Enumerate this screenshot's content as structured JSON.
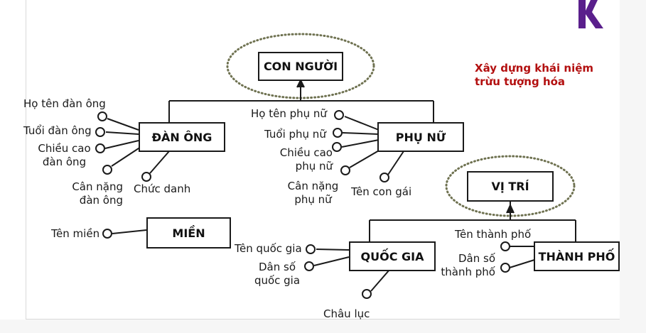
{
  "diagram": {
    "classes": {
      "con_nguoi": "CON NGƯỜI",
      "dan_ong": "ĐÀN ÔNG",
      "phu_nu": "PHỤ NỮ",
      "mien": "MIỀN",
      "vi_tri": "VỊ TRÍ",
      "quoc_gia": "QUỐC GIA",
      "thanh_pho": "THÀNH PHỐ"
    },
    "dan_ong_attributes": {
      "ho_ten": "Họ tên đàn ông",
      "tuoi": "Tuổi đàn ông",
      "chieu_cao_1": "Chiều cao",
      "chieu_cao_2": "đàn ông",
      "can_nang_1": "Cân nặng",
      "can_nang_2": "đàn ông",
      "chuc_danh": "Chức danh"
    },
    "phu_nu_attributes": {
      "ho_ten": "Họ tên phụ nữ",
      "tuoi": "Tuổi phụ nữ",
      "chieu_cao_1": "Chiều cao",
      "chieu_cao_2": "phụ nữ",
      "can_nang_1": "Cân nặng",
      "can_nang_2": "phụ nữ",
      "ten_con_gai": "Tên con gái"
    },
    "mien_attributes": {
      "ten_mien": "Tên miền"
    },
    "quoc_gia_attributes": {
      "ten": "Tên quốc gia",
      "dan_so_1": "Dân số",
      "dan_so_2": "quốc gia",
      "chau_luc": "Châu lục"
    },
    "thanh_pho_attributes": {
      "ten": "Tên thành phố",
      "dan_so_1": "Dân số",
      "dan_so_2": "thành phố"
    },
    "note": {
      "line1": "Xây dựng khái niệm",
      "line2": "trừu tượng hóa"
    }
  },
  "colors": {
    "note": "#b31010",
    "logo": "#5a1f8c",
    "ellipse": "#6f7251",
    "line": "#1a1a1a"
  },
  "icons": {
    "logo": "purple-k-logo"
  }
}
